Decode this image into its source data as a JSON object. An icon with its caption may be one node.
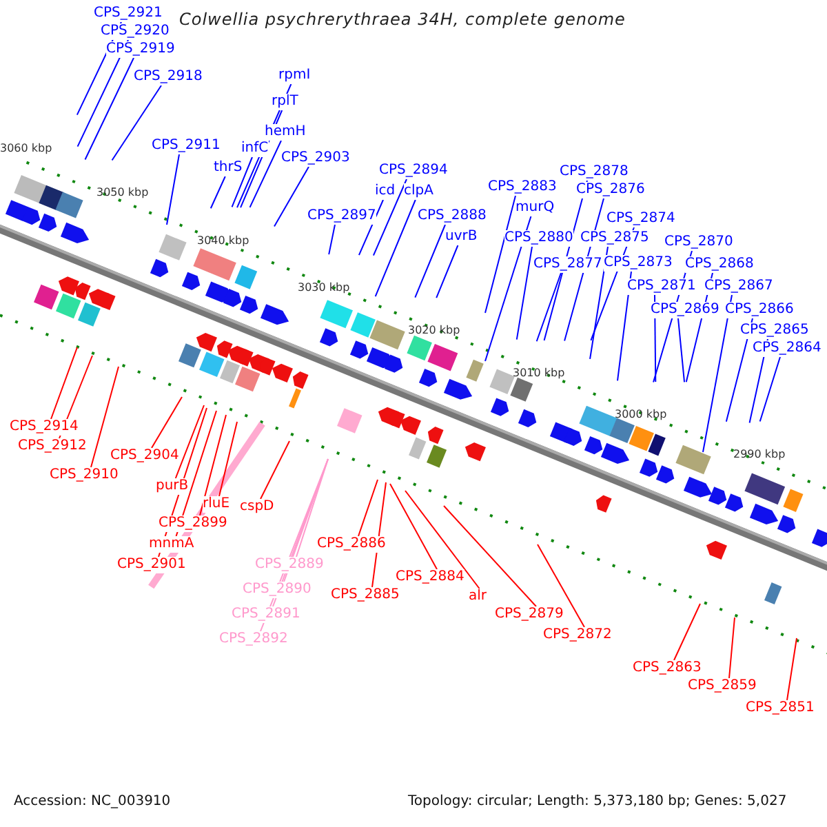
{
  "diagram": {
    "title": "Colwellia psychrerythraea 34H, complete genome",
    "nodes": [
      {
        "text": [
          "CPS_2921"
        ]
      },
      {
        "text": [
          "CPS_2920"
        ]
      },
      {
        "text": [
          "CPS_2919"
        ]
      },
      {
        "text": [
          "CPS_2918"
        ]
      },
      {
        "text": [
          "CPS_2911"
        ]
      },
      {
        "text": [
          "rpmI"
        ]
      },
      {
        "text": [
          "rplT"
        ]
      },
      {
        "text": [
          "hemH"
        ]
      },
      {
        "text": [
          "infC"
        ]
      },
      {
        "text": [
          "thrS"
        ]
      },
      {
        "text": [
          "CPS_2903"
        ]
      },
      {
        "text": [
          "CPS_2894"
        ]
      },
      {
        "text": [
          "icd"
        ]
      },
      {
        "text": [
          "clpA"
        ]
      },
      {
        "text": [
          "CPS_2897"
        ]
      },
      {
        "text": [
          "CPS_2888"
        ]
      },
      {
        "text": [
          "uvrB"
        ]
      },
      {
        "text": [
          "CPS_2883"
        ]
      },
      {
        "text": [
          "murQ"
        ]
      },
      {
        "text": [
          "CPS_2880"
        ]
      },
      {
        "text": [
          "CPS_2877"
        ]
      },
      {
        "text": [
          "CPS_2878"
        ]
      },
      {
        "text": [
          "CPS_2876"
        ]
      },
      {
        "text": [
          "CPS_2874"
        ]
      },
      {
        "text": [
          "CPS_2875"
        ]
      },
      {
        "text": [
          "CPS_2873"
        ]
      },
      {
        "text": [
          "CPS_2870"
        ]
      },
      {
        "text": [
          "CPS_2871"
        ]
      },
      {
        "text": [
          "CPS_2868"
        ]
      },
      {
        "text": [
          "CPS_2869"
        ]
      },
      {
        "text": [
          "CPS_2867"
        ]
      },
      {
        "text": [
          "CPS_2866"
        ]
      },
      {
        "text": [
          "CPS_2865"
        ]
      },
      {
        "text": [
          "CPS_2864"
        ]
      },
      {
        "text": [
          "CPS_2914"
        ]
      },
      {
        "text": [
          "CPS_2912"
        ]
      },
      {
        "text": [
          "CPS_2910"
        ]
      },
      {
        "text": [
          "CPS_2904"
        ]
      },
      {
        "text": [
          "purB"
        ]
      },
      {
        "text": [
          "rluE"
        ]
      },
      {
        "text": [
          "cspD"
        ]
      },
      {
        "text": [
          "CPS_2899"
        ]
      },
      {
        "text": [
          "mnmA"
        ]
      },
      {
        "text": [
          "CPS_2901"
        ]
      },
      {
        "text": [
          "CPS_2889"
        ]
      },
      {
        "text": [
          "CPS_2890"
        ]
      },
      {
        "text": [
          "CPS_2891"
        ]
      },
      {
        "text": [
          "CPS_2892"
        ]
      },
      {
        "text": [
          "CPS_2886"
        ]
      },
      {
        "text": [
          "CPS_2884"
        ]
      },
      {
        "text": [
          "CPS_2885"
        ]
      },
      {
        "text": [
          "alr"
        ]
      },
      {
        "text": [
          "CPS_2879"
        ]
      },
      {
        "text": [
          "CPS_2872"
        ]
      },
      {
        "text": [
          "CPS_2863"
        ]
      },
      {
        "text": [
          "CPS_2859"
        ]
      },
      {
        "text": [
          "CPS_2851"
        ]
      }
    ],
    "edges": [
      {
        "from": 0,
        "to": null,
        "arrow": "none"
      },
      {
        "from": 1,
        "to": null,
        "arrow": "none"
      },
      {
        "from": 2,
        "to": null,
        "arrow": "none"
      },
      {
        "from": 3,
        "to": null,
        "arrow": "none"
      },
      {
        "from": 4,
        "to": null,
        "arrow": "none"
      },
      {
        "from": 5,
        "to": null,
        "arrow": "none"
      },
      {
        "from": 6,
        "to": null,
        "arrow": "none"
      },
      {
        "from": 7,
        "to": null,
        "arrow": "none"
      },
      {
        "from": 8,
        "to": null,
        "arrow": "none"
      },
      {
        "from": 9,
        "to": null,
        "arrow": "none"
      },
      {
        "from": 10,
        "to": null,
        "arrow": "none"
      },
      {
        "from": 11,
        "to": null,
        "arrow": "none"
      },
      {
        "from": 12,
        "to": null,
        "arrow": "none"
      },
      {
        "from": 13,
        "to": null,
        "arrow": "none"
      },
      {
        "from": 14,
        "to": null,
        "arrow": "none"
      },
      {
        "from": 15,
        "to": null,
        "arrow": "none"
      },
      {
        "from": 16,
        "to": null,
        "arrow": "none"
      },
      {
        "from": 17,
        "to": null,
        "arrow": "none"
      },
      {
        "from": 18,
        "to": null,
        "arrow": "none"
      },
      {
        "from": 19,
        "to": null,
        "arrow": "none"
      },
      {
        "from": 20,
        "to": null,
        "arrow": "none"
      },
      {
        "from": 21,
        "to": null,
        "arrow": "none"
      },
      {
        "from": 22,
        "to": null,
        "arrow": "none"
      },
      {
        "from": 23,
        "to": null,
        "arrow": "none"
      },
      {
        "from": 24,
        "to": null,
        "arrow": "none"
      },
      {
        "from": 25,
        "to": null,
        "arrow": "none"
      },
      {
        "from": 26,
        "to": null,
        "arrow": "none"
      },
      {
        "from": 27,
        "to": null,
        "arrow": "none"
      },
      {
        "from": 28,
        "to": null,
        "arrow": "none"
      },
      {
        "from": 29,
        "to": null,
        "arrow": "none"
      },
      {
        "from": 30,
        "to": null,
        "arrow": "none"
      },
      {
        "from": 31,
        "to": null,
        "arrow": "none"
      },
      {
        "from": 32,
        "to": null,
        "arrow": "none"
      },
      {
        "from": 33,
        "to": null,
        "arrow": "none"
      },
      {
        "from": 34,
        "to": null,
        "arrow": "none",
        "color": "#ff0000"
      },
      {
        "from": 35,
        "to": null,
        "arrow": "none",
        "color": "#ff0000"
      },
      {
        "from": 36,
        "to": null,
        "arrow": "none",
        "color": "#ff0000"
      },
      {
        "from": 37,
        "to": null,
        "arrow": "none",
        "color": "#ff0000"
      },
      {
        "from": 38,
        "to": null,
        "arrow": "none",
        "color": "#ff0000"
      },
      {
        "from": 39,
        "to": null,
        "arrow": "none",
        "color": "#ff0000"
      },
      {
        "from": 40,
        "to": null,
        "arrow": "none",
        "color": "#ff0000"
      },
      {
        "from": 41,
        "to": null,
        "arrow": "none",
        "color": "#ff0000"
      },
      {
        "from": 42,
        "to": null,
        "arrow": "none",
        "color": "#ff0000"
      },
      {
        "from": 43,
        "to": null,
        "arrow": "none",
        "color": "#ff0000"
      },
      {
        "from": 44,
        "to": null,
        "arrow": "none",
        "color": "#ff99cc"
      },
      {
        "from": 45,
        "to": null,
        "arrow": "none",
        "color": "#ff99cc"
      },
      {
        "from": 46,
        "to": null,
        "arrow": "none",
        "color": "#ff99cc"
      },
      {
        "from": 47,
        "to": null,
        "arrow": "none",
        "color": "#ff99cc"
      },
      {
        "from": 48,
        "to": null,
        "arrow": "none",
        "color": "#ff0000"
      },
      {
        "from": 49,
        "to": null,
        "arrow": "none",
        "color": "#ff0000"
      },
      {
        "from": 50,
        "to": null,
        "arrow": "none",
        "color": "#ff0000"
      },
      {
        "from": 51,
        "to": null,
        "arrow": "none",
        "color": "#ff0000"
      },
      {
        "from": 52,
        "to": null,
        "arrow": "none",
        "color": "#ff0000"
      },
      {
        "from": 53,
        "to": null,
        "arrow": "none",
        "color": "#ff0000"
      },
      {
        "from": 54,
        "to": null,
        "arrow": "none",
        "color": "#ff0000"
      },
      {
        "from": 55,
        "to": null,
        "arrow": "none",
        "color": "#ff0000"
      },
      {
        "from": 56,
        "to": null,
        "arrow": "none",
        "color": "#ff0000"
      }
    ],
    "labels": [
      "3060 kbp",
      "3050 kbp",
      "3040 kbp",
      "3030 kbp",
      "3020 kbp",
      "3010 kbp",
      "3000 kbp",
      "2990 kbp",
      "Accession: NC_003910",
      "Topology: circular; Length: 5,373,180 bp; Genes: 5,027"
    ]
  }
}
